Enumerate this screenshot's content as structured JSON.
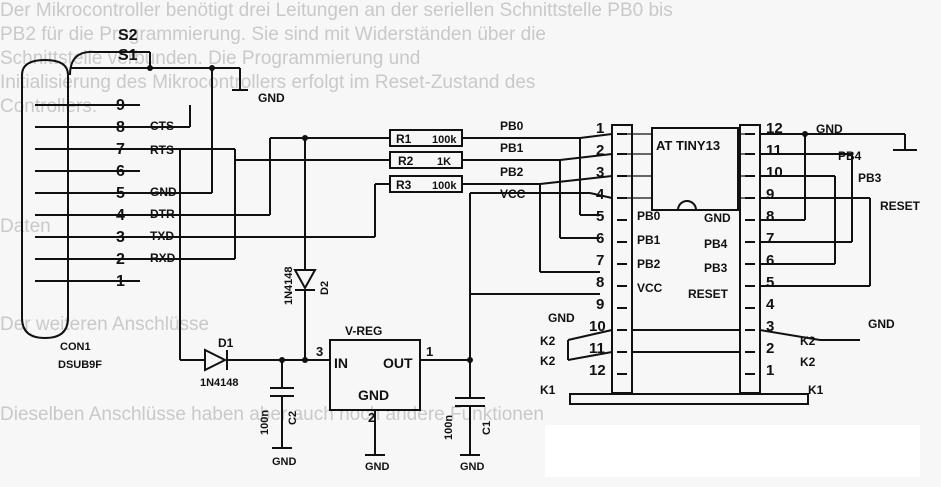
{
  "background_text": [
    "Der Mikrocontroller benötigt drei Leitungen an der seriellen Schnittstelle PB0 bis",
    "PB2 für die Programmierung. Sie sind mit Widerständen über die",
    "Schnittstelle verbunden. Die Programmierung und",
    "Initialisierung des Mikrocontrollers erfolgt im Reset-Zustand des",
    "Controllers.",
    "",
    "",
    "",
    "",
    "Daten",
    "Der                    weiteren Anschlüsse",
    "Dieselben Anschlüsse haben aber auch noch andere Funktionen",
    "",
    ""
  ],
  "connector": {
    "ref": "CON1",
    "type": "DSUB9F",
    "pins": [
      {
        "num": "9",
        "signal": ""
      },
      {
        "num": "8",
        "signal": "CTS"
      },
      {
        "num": "7",
        "signal": "RTS"
      },
      {
        "num": "6",
        "signal": ""
      },
      {
        "num": "5",
        "signal": "GND"
      },
      {
        "num": "4",
        "signal": "DTR"
      },
      {
        "num": "3",
        "signal": "TXD"
      },
      {
        "num": "2",
        "signal": "RXD"
      },
      {
        "num": "1",
        "signal": ""
      }
    ]
  },
  "switches": [
    "S2",
    "S1"
  ],
  "labels": {
    "gnd": "GND"
  },
  "resistors": [
    {
      "ref": "R1",
      "value": "100k"
    },
    {
      "ref": "R2",
      "value": "1K"
    },
    {
      "ref": "R3",
      "value": "100k"
    }
  ],
  "nets": {
    "pb0": "PB0",
    "pb1": "PB1",
    "pb2": "PB2",
    "vcc": "VCC",
    "pb4": "PB4",
    "pb3": "PB3",
    "reset": "RESET"
  },
  "diodes": [
    {
      "ref": "D1",
      "value": "1N4148"
    },
    {
      "ref": "D2",
      "value": "1N4148"
    }
  ],
  "capacitors": [
    {
      "ref": "C1",
      "value": "100n"
    },
    {
      "ref": "C2",
      "value": "100n"
    }
  ],
  "regulator": {
    "ref": "V-REG",
    "in": "IN",
    "out": "OUT",
    "gnd": "GND",
    "pin_in": "3",
    "pin_out": "1",
    "pin_gnd": "2"
  },
  "chip": {
    "name": "AT TINY13",
    "left_labels": [
      "PB0",
      "PB1",
      "PB2",
      "VCC"
    ],
    "right_labels": [
      "GND",
      "PB4",
      "PB3",
      "RESET"
    ]
  },
  "socket": {
    "ref": "K1",
    "left_pins": [
      "1",
      "2",
      "3",
      "4",
      "5",
      "6",
      "7",
      "8",
      "9",
      "10",
      "11",
      "12"
    ],
    "right_pins": [
      "12",
      "11",
      "10",
      "9",
      "8",
      "7",
      "6",
      "5",
      "4",
      "3",
      "2",
      "1"
    ]
  },
  "jumper": {
    "ref": "K2"
  }
}
